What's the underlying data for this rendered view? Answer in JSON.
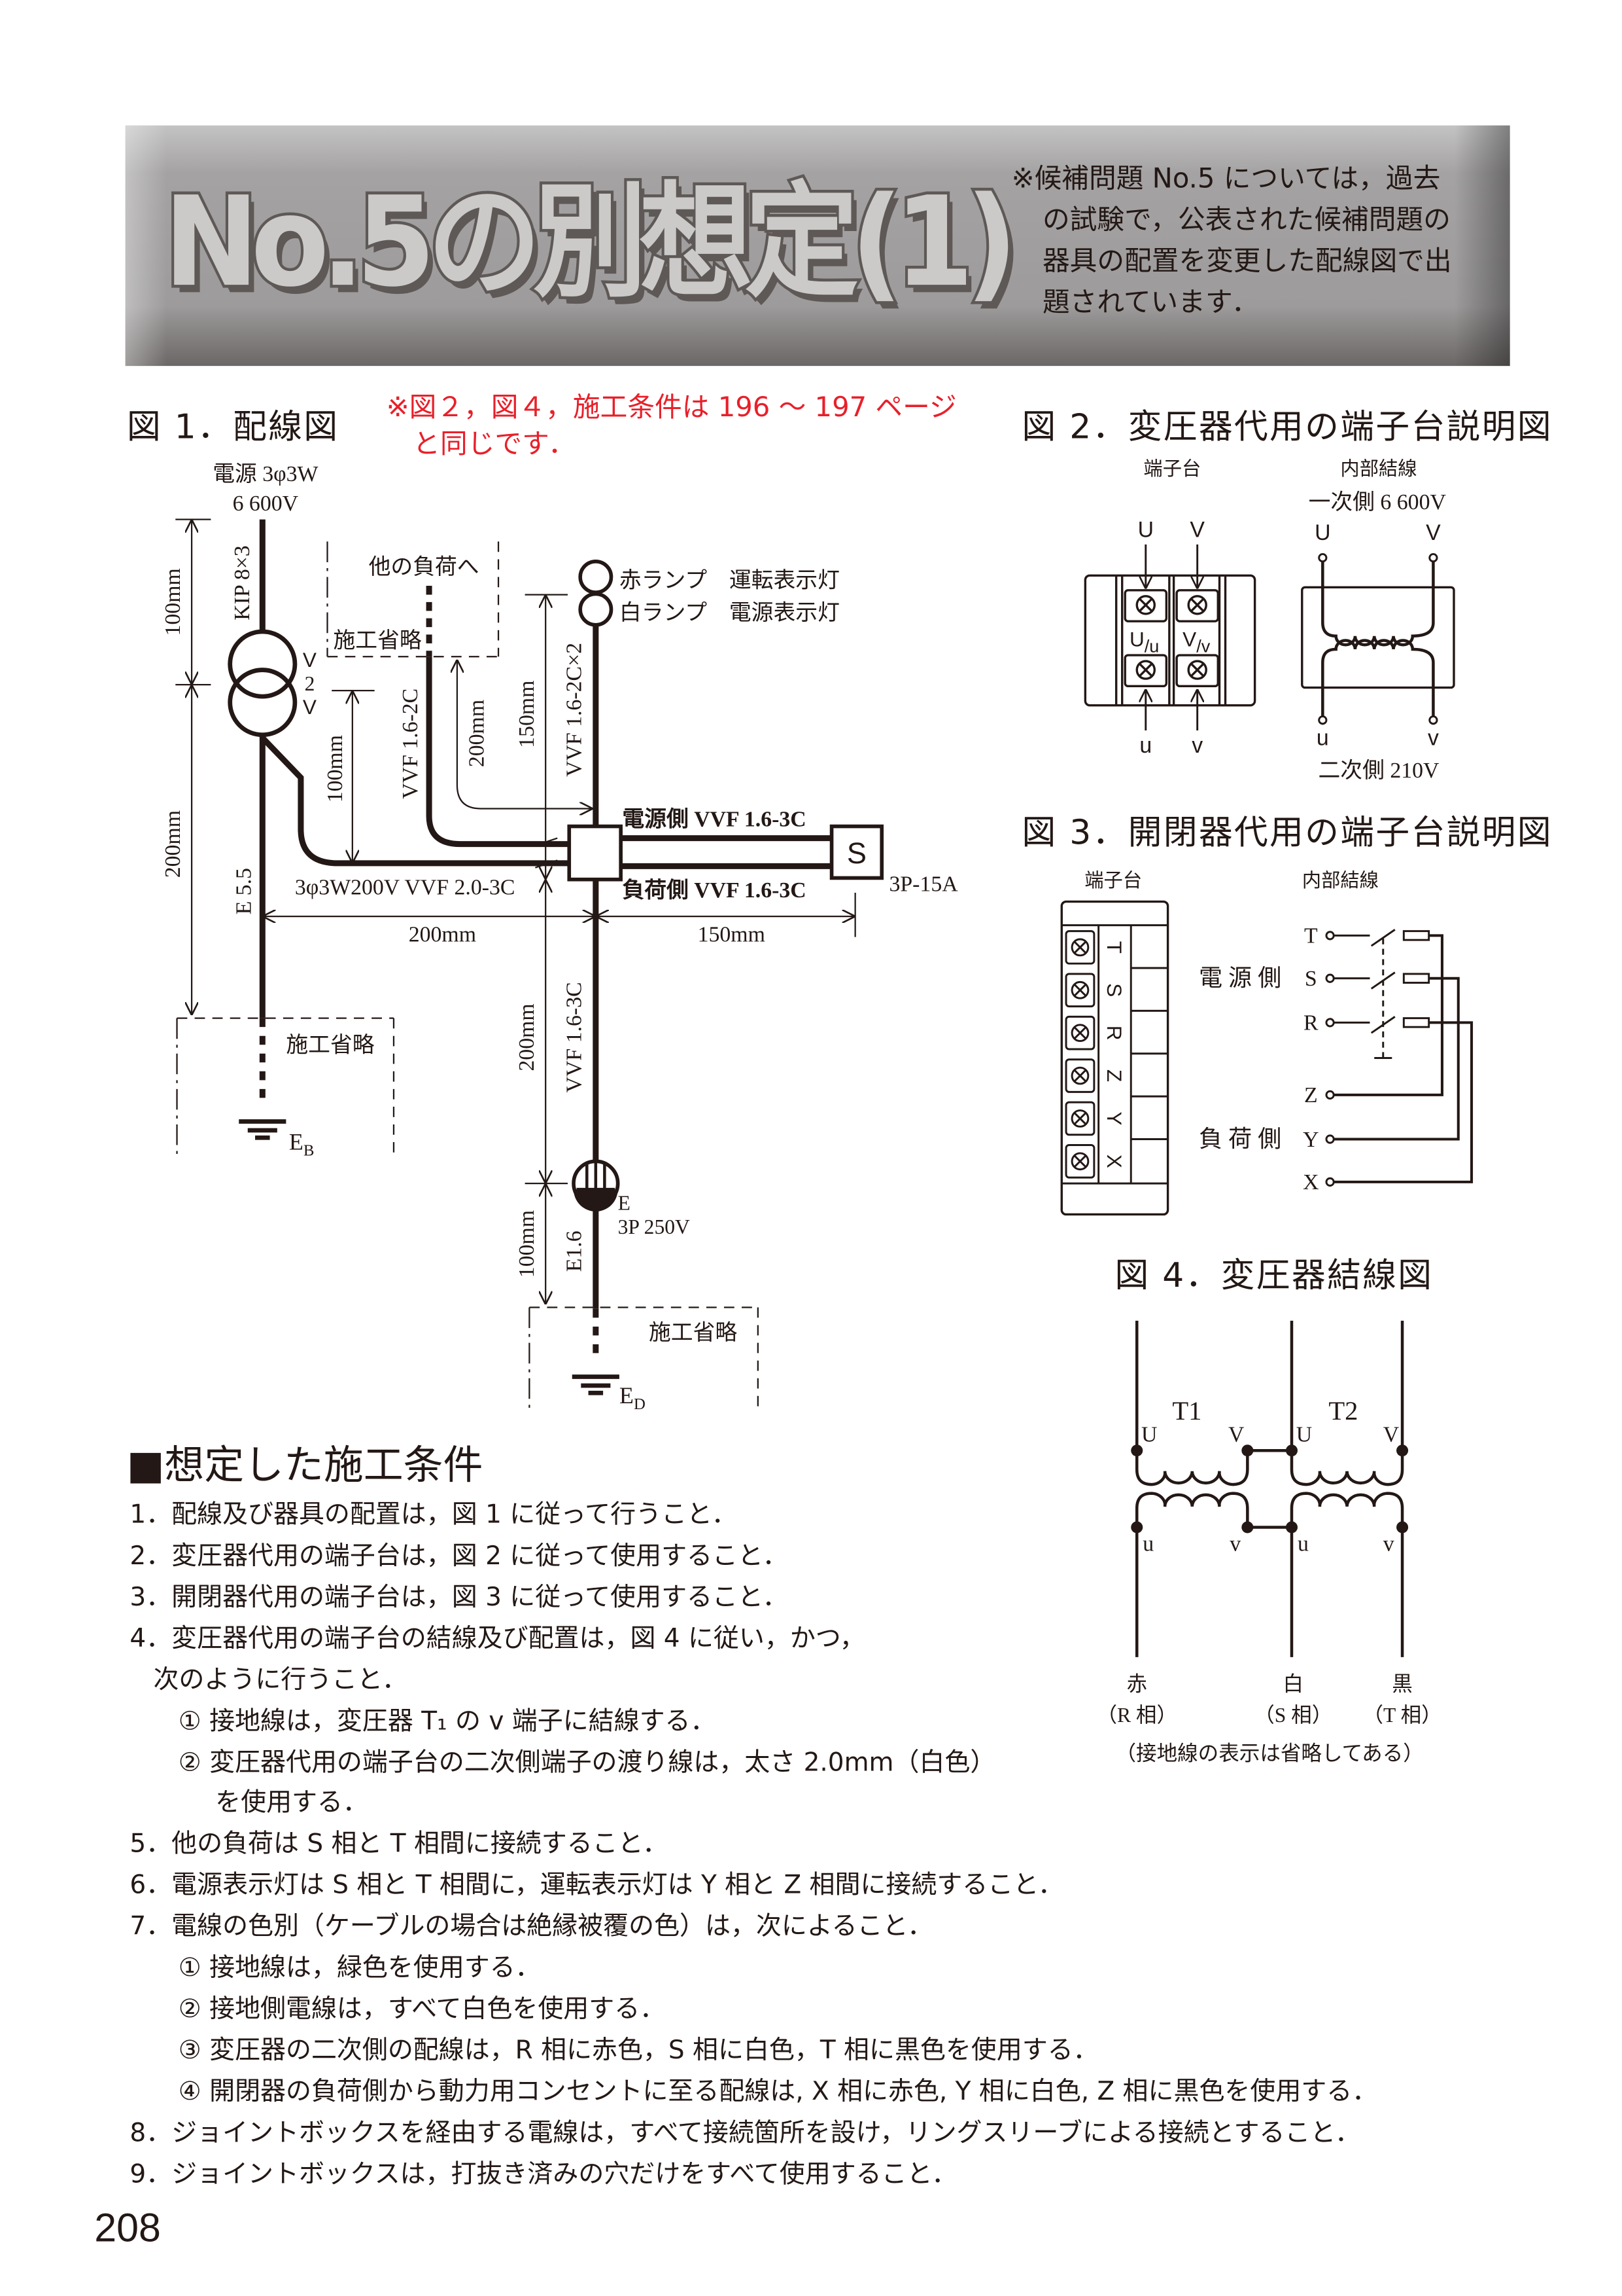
{
  "header": {
    "title": "No.5の別想定(1)",
    "note_lines": [
      "※候補問題 No.5 については，過去",
      "の試験で，公表された候補問題の",
      "器具の配置を変更した配線図で出",
      "題されています．"
    ]
  },
  "red_note": {
    "line1": "※図２，図４，施工条件は 196 ～ 197 ページ",
    "line2": "と同じです．"
  },
  "fig1": {
    "title": "図 1．配線図",
    "source_line1": "電源 3φ3W",
    "source_line2": "6 600V",
    "kip": "KIP 8×3",
    "vv_top": "V",
    "vv_mid": "2",
    "vv_bot": "V",
    "dim_100_left": "100mm",
    "dim_200_left": "200mm",
    "e55": "E 5.5",
    "other_load": "他の負荷へ",
    "omitted": "施工省略",
    "vvf_16_2c": "VVF 1.6-2C",
    "dim_100_mid": "100mm",
    "dim_200_mid": "200mm",
    "dim_150_mid": "150mm",
    "vvf_16_2c_x2": "VVF 1.6-2C×2",
    "red_lamp": "赤ランプ　運転表示灯",
    "white_lamp": "白ランプ　電源表示灯",
    "source_side": "電源側 VVF 1.6-3C",
    "load_side": "負荷側 VVF 1.6-3C",
    "switch_label": "S",
    "switch_rating": "3P-15A",
    "main_cable": "3φ3W200V  VVF 2.0-3C",
    "dim_200_h": "200mm",
    "dim_150_h": "150mm",
    "dim_200_low": "200mm",
    "dim_100_low": "100mm",
    "vvf_16_3c": "VVF 1.6-3C",
    "e16": "E1.6",
    "outlet_e": "E",
    "outlet_rating": "3P 250V",
    "eb_main": "E",
    "eb_sub": "B",
    "ed_main": "E",
    "ed_sub": "D"
  },
  "fig2": {
    "title": "図 2．変圧器代用の端子台説明図",
    "terminal_label": "端子台",
    "internal_label": "内部結線",
    "primary": "一次側 6 600V",
    "secondary": "二次側 210V",
    "U": "U",
    "V": "V",
    "u": "u",
    "v": "v",
    "Uu_main": "U",
    "Uu_sub": "/u",
    "Vv_main": "V",
    "Vv_sub": "/v"
  },
  "fig3": {
    "title": "図 3．開閉器代用の端子台説明図",
    "terminal_label": "端子台",
    "internal_label": "内部結線",
    "block_labels": [
      "T",
      "S",
      "R",
      "Z",
      "Y",
      "X"
    ],
    "source_side": "電 源 側",
    "load_side": "負 荷 側",
    "terminals": [
      "T",
      "S",
      "R",
      "Z",
      "Y",
      "X"
    ]
  },
  "fig4": {
    "title": "図 4．変圧器結線図",
    "t1": "T1",
    "t2": "T2",
    "U": "U",
    "V": "V",
    "u": "u",
    "v": "v",
    "colors": [
      "赤",
      "白",
      "黒"
    ],
    "phases": [
      "（R 相）",
      "（S 相）",
      "（T 相）"
    ],
    "note": "（接地線の表示は省略してある）"
  },
  "conditions": {
    "heading": "■想定した施工条件",
    "lines": [
      "1．配線及び器具の配置は，図 1 に従って行うこと．",
      "2．変圧器代用の端子台は，図 2 に従って使用すること．",
      "3．開閉器代用の端子台は，図 3 に従って使用すること．",
      "4．変圧器代用の端子台の結線及び配置は，図 4 に従い，かつ，",
      "次のように行うこと．",
      "① 接地線は，変圧器 T₁ の v 端子に結線する．",
      "② 変圧器代用の端子台の二次側端子の渡り線は，太さ 2.0mm（白色）",
      "を使用する．",
      "5．他の負荷は S 相と T 相間に接続すること．",
      "6．電源表示灯は S 相と T 相間に，運転表示灯は Y 相と Z 相間に接続すること．",
      "7．電線の色別（ケーブルの場合は絶縁被覆の色）は，次によること．",
      "① 接地線は，緑色を使用する．",
      "② 接地側電線は，すべて白色を使用する．",
      "③ 変圧器の二次側の配線は，R 相に赤色，S 相に白色，T 相に黒色を使用する．",
      "④ 開閉器の負荷側から動力用コンセントに至る配線は, X 相に赤色, Y 相に白色, Z 相に黒色を使用する．",
      "8．ジョイントボックスを経由する電線は，すべて接続箇所を設け，リングスリーブによる接続とすること．",
      "9．ジョイントボックスは，打抜き済みの穴だけをすべて使用すること．"
    ]
  },
  "page_number": "208",
  "colors": {
    "accent_red": "#e8202a",
    "ink": "#231815",
    "banner_gray": "#9d9b9b"
  }
}
